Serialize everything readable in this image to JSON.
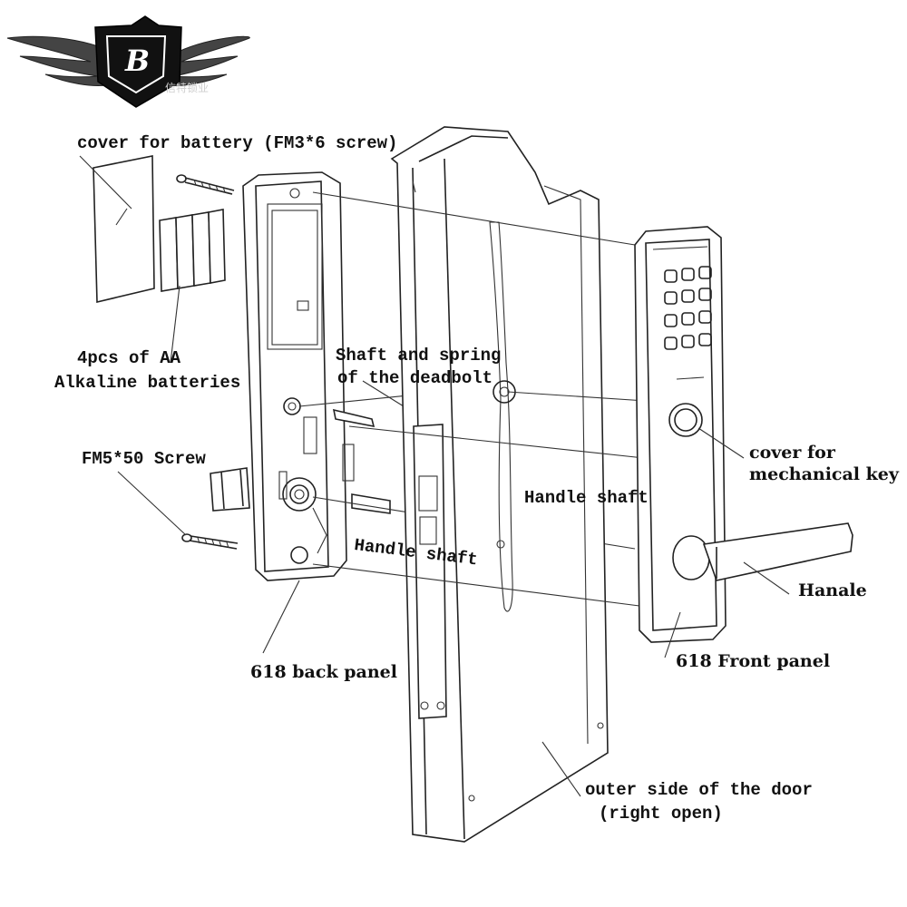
{
  "logo": {
    "letter": "B",
    "caption": "信特锁业"
  },
  "labels": {
    "battery_cover": "cover for battery (FM3*6 screw)",
    "batteries_line1": "4pcs of AA",
    "batteries_line2": "Alkaline batteries",
    "fm5_screw": "FM5*50 Screw",
    "deadbolt_line1": "Shaft and spring",
    "deadbolt_line2": "of the deadbolt",
    "handle_shaft_right": "Handle shaft",
    "handle_shaft_left": "Handle shaft",
    "mech_key_line1": "cover for",
    "mech_key_line2": "mechanical key",
    "handle": "Hanale",
    "front_panel": "618 Front panel",
    "back_panel": "618 back panel",
    "door_line1": "outer side of the door",
    "door_line2": "(right open)"
  },
  "colors": {
    "line": "#222222",
    "logo_dark": "#111111",
    "logo_wing": "#444444"
  }
}
